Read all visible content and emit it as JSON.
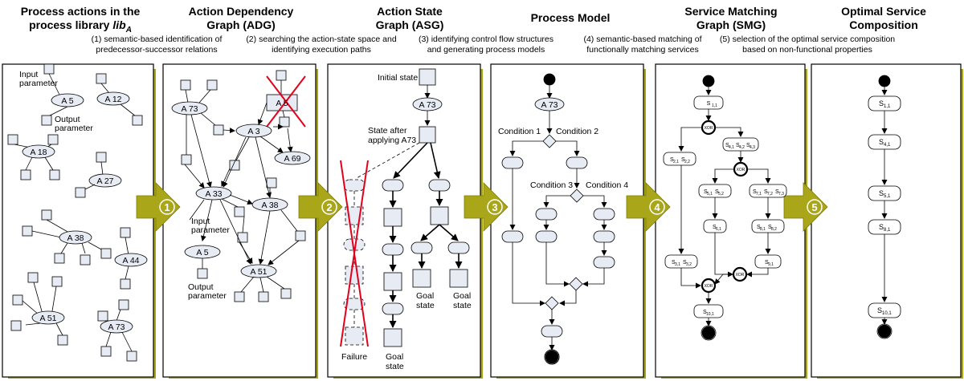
{
  "panels": [
    {
      "title1": "Process actions in the",
      "title2": "process library",
      "title_lib": "lib",
      "title_sub": "A",
      "subtitle1": "",
      "subtitle2": ""
    },
    {
      "title1": "Action Dependency",
      "title2": "Graph (ADG)",
      "subtitle1": "(1) semantic-based identification of",
      "subtitle2": "predecessor-successor relations"
    },
    {
      "title1": "Action State",
      "title2": "Graph (ASG)",
      "subtitle1": "(2) searching the action-state space and",
      "subtitle2": "identifying execution paths"
    },
    {
      "title1": "Process Model",
      "title2": "",
      "subtitle1": "(3) identifying control flow structures",
      "subtitle2": "and generating process models"
    },
    {
      "title1": "Service Matching",
      "title2": "Graph (SMG)",
      "subtitle1": "(4) semantic-based matching of",
      "subtitle2": "functionally matching services"
    },
    {
      "title1": "Optimal Service",
      "title2": "Composition",
      "subtitle1": "(5) selection of the optimal service composition",
      "subtitle2": "based on non-functional properties"
    }
  ],
  "steps": [
    "1",
    "2",
    "3",
    "4",
    "5"
  ],
  "p1": {
    "input_param_1": "Input",
    "input_param_2": "parameter",
    "output_param_1": "Output",
    "output_param_2": "parameter",
    "actions": [
      "A 5",
      "A 12",
      "A 18",
      "A 27",
      "A 38",
      "A 44",
      "A 51",
      "A 73"
    ]
  },
  "p2": {
    "actions": [
      "A 73",
      "A 5",
      "A 3",
      "A 69",
      "A 33",
      "A 38",
      "A 51",
      "A 5"
    ],
    "input_param_1": "Input",
    "input_param_2": "parameter",
    "output_param_1": "Output",
    "output_param_2": "parameter"
  },
  "p3": {
    "initial_state": "Initial state",
    "action": "A 73",
    "state_after_1": "State after",
    "state_after_2": "applying A73",
    "failure": "Failure",
    "goal_1": "Goal",
    "goal_2": "state"
  },
  "p4": {
    "action": "A 73",
    "condition1": "Condition 1",
    "condition2": "Condition 2",
    "condition3": "Condition 3",
    "condition4": "Condition 4"
  },
  "p5": {
    "xor": "XOR",
    "s11": "S",
    "s11_sub": "1,1",
    "s21": "S",
    "s21_sub": "2,1",
    "s22": "S",
    "s22_sub": "2,2",
    "s41": "S",
    "s41_sub": "4,1",
    "s42": "S",
    "s42_sub": "4,2",
    "s43": "S",
    "s43_sub": "4,3",
    "s51": "S",
    "s51_sub": "5,1",
    "s52": "S",
    "s52_sub": "5,2",
    "s61": "S",
    "s61_sub": "6,1",
    "s71": "S",
    "s71_sub": "7,1",
    "s72": "S",
    "s72_sub": "7,2",
    "s73": "S",
    "s73_sub": "7,3",
    "s81": "S",
    "s81_sub": "8,1",
    "s82": "S",
    "s82_sub": "8,2",
    "s91": "S",
    "s91_sub": "9,1",
    "s31": "S",
    "s31_sub": "3,1",
    "s32": "S",
    "s32_sub": "3,2",
    "s101": "S",
    "s101_sub": "10,1"
  },
  "p6": {
    "s11": "S",
    "s11_sub": "1,1",
    "s41": "S",
    "s41_sub": "4,1",
    "s51": "S",
    "s51_sub": "5,1",
    "s81": "S",
    "s81_sub": "8,1",
    "s101": "S",
    "s101_sub": "10,1"
  },
  "colors": {
    "olive": "#a9a61a",
    "olive_dark": "#8f8c12",
    "node_fill": "#e7ebf4",
    "border": "#000000"
  }
}
